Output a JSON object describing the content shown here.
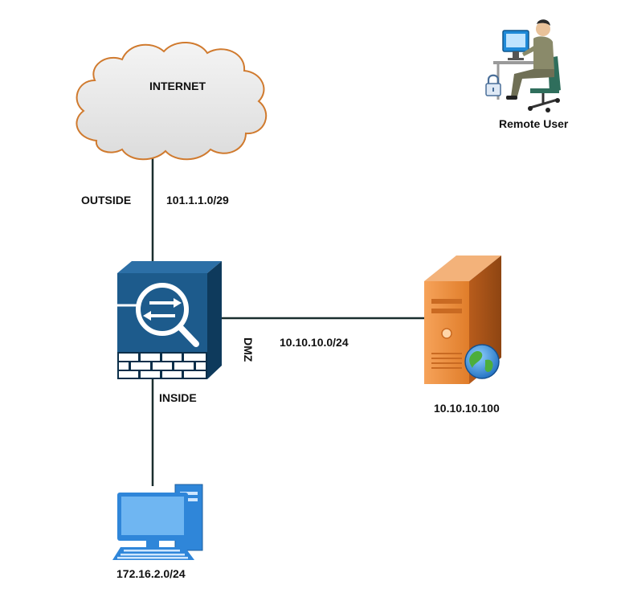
{
  "diagram": {
    "cloud_label": "INTERNET",
    "remote_user_label": "Remote User",
    "outside_label": "OUTSIDE",
    "outside_subnet": "101.1.1.0/29",
    "dmz_label": "DMZ",
    "dmz_subnet": "10.10.10.0/24",
    "server_ip": "10.10.10.100",
    "inside_label": "INSIDE",
    "inside_subnet": "172.16.2.0/24"
  },
  "colors": {
    "line": "#1a2e2e",
    "firewall_blue": "#1d5b8c",
    "firewall_dark": "#0e3a5c",
    "server_orange": "#e8822e",
    "pc_blue": "#2f86d9",
    "cloud_fill": "#ececec",
    "cloud_stroke": "#d07a2e"
  }
}
